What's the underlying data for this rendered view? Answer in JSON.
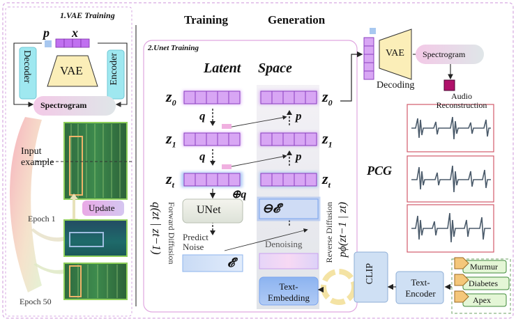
{
  "panels": {
    "vae_title": "1.VAE Training",
    "unet_title": "2.Unet Training"
  },
  "vae": {
    "p_symbol": "p",
    "x_symbol": "x",
    "model_label": "VAE",
    "decoder_label": "Decoder",
    "encoder_label": "Encoder",
    "spectrogram_label": "Spectrogram",
    "input_example_label": "Input example",
    "update_label": "Update",
    "epoch1_label": "Epoch 1",
    "epoch50_label": "Epoch 50"
  },
  "headers": {
    "training": "Training",
    "generation": "Generation",
    "latent": "Latent",
    "space": "Space"
  },
  "latent": {
    "z0": "z",
    "z0_sub": "0",
    "z1": "z",
    "z1_sub": "1",
    "zt": "z",
    "zt_sub": "t",
    "q": "q",
    "p": "p",
    "oplus_q": "⊕q",
    "ominus_eps": "⊖𝓔",
    "eps": "𝓔",
    "unet_label": "UNet",
    "predict_noise_label": "Predict Noise",
    "denoising_label": "Denoising",
    "forward_diffusion_label": "Forward Diffusion",
    "forward_formula": "q(zt | zt−1)",
    "reverse_diffusion_label": "Reverse Diffusion",
    "reverse_formula": "pϕ(zt−1 | zt)",
    "text_embedding_label": "Text-Embedding",
    "clip_label": "CLIP"
  },
  "output": {
    "vae_label": "VAE",
    "decoding_label": "Decoding",
    "spectrogram_label": "Spectrogram",
    "audio_reconstruction_label": "Audio Reconstruction",
    "pcg_label": "PCG",
    "text_encoder_label": "Text-Encoder",
    "tags": [
      "Murmur",
      "Diabetes",
      "Apex"
    ]
  },
  "colors": {
    "purple_cell": "#c070f0",
    "accent_pink": "#d060d0",
    "audio_square": "#b0106a",
    "vae_fill": "#fbeeb8",
    "clip_fill": "#cfe0f4",
    "tag_fill": "#e4f6d6",
    "tag_border": "#3f8a3a",
    "cyan_side": "#9fe8f0"
  }
}
